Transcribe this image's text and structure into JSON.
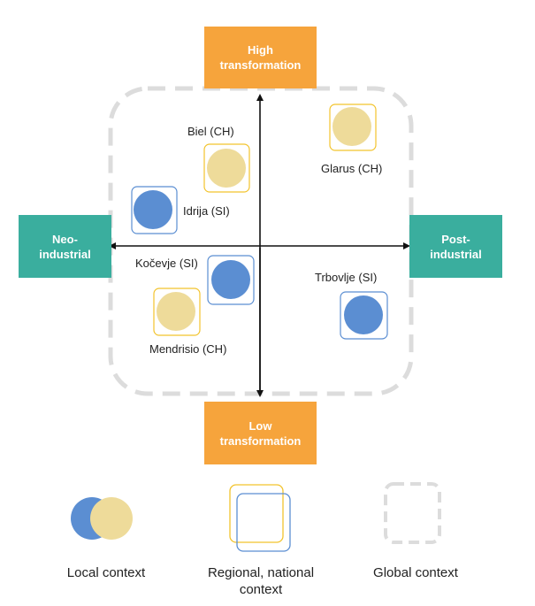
{
  "axes": {
    "top": "High\ntransformation",
    "bottom": "Low\ntransformation",
    "left": "Neo-\nindustrial",
    "right": "Post-\nindustrial"
  },
  "cases": [
    {
      "name": "Biel (CH)",
      "context": "yellow"
    },
    {
      "name": "Glarus (CH)",
      "context": "yellow"
    },
    {
      "name": "Idrija (SI)",
      "context": "blue"
    },
    {
      "name": "Kočevje (SI)",
      "context": "blue"
    },
    {
      "name": "Trbovlje (SI)",
      "context": "blue"
    },
    {
      "name": "Mendrisio (CH)",
      "context": "yellow"
    }
  ],
  "legend": {
    "local": "Local context",
    "regional": "Regional, national\ncontext",
    "global": "Global context"
  },
  "colors": {
    "orange": "#F6A43C",
    "teal": "#3AAE9E",
    "blue_circle": "#5B8ED2",
    "yellow_circle": "#EEDB9A",
    "yellow_border": "#F2C32C",
    "blue_border": "#5B8ED2",
    "dashed_border": "#DCDCDC"
  }
}
